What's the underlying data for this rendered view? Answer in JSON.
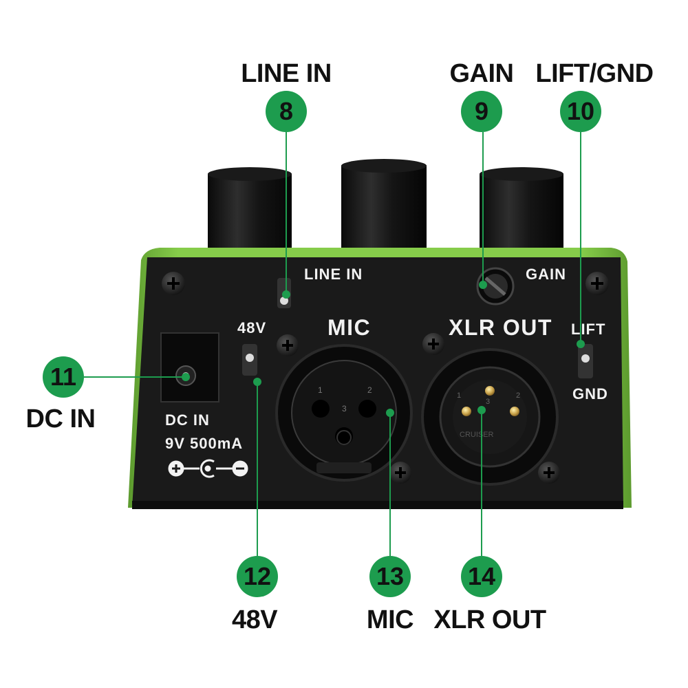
{
  "callouts": [
    {
      "number": "8",
      "label": "LINE IN"
    },
    {
      "number": "9",
      "label": "GAIN"
    },
    {
      "number": "10",
      "label": "LIFT/GND"
    },
    {
      "number": "11",
      "label": "DC IN"
    },
    {
      "number": "12",
      "label": "48V"
    },
    {
      "number": "13",
      "label": "MIC"
    },
    {
      "number": "14",
      "label": "XLR OUT"
    }
  ],
  "panel": {
    "line_in": "LINE IN",
    "gain": "GAIN",
    "v48": "48V",
    "mic": "MIC",
    "xlr_out": "XLR OUT",
    "lift": "LIFT",
    "gnd": "GND",
    "dc_in": "DC IN",
    "power_spec": "9V 500mA",
    "mic_pins": [
      "1",
      "2",
      "3"
    ],
    "xlr_pins": [
      "1",
      "2",
      "3"
    ],
    "xlr_brand": "CRUISER"
  },
  "colors": {
    "accent": "#1d9c4e",
    "chassis_green": "#7bc442",
    "panel": "#1a1a1a"
  },
  "icons": [
    "screw-icon",
    "toggle-switch-icon",
    "xlr-female-icon",
    "xlr-male-icon",
    "polarity-icon"
  ]
}
